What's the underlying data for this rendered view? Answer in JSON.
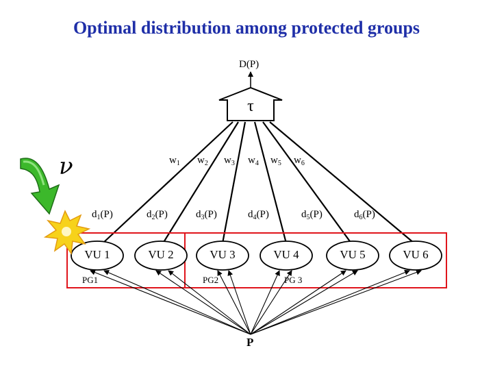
{
  "title": "Optimal distribution among protected groups",
  "output_label": "D(P)",
  "aggregator_symbol": "τ",
  "attacker_symbol": "ν",
  "weights": [
    {
      "base": "w",
      "sub": "1"
    },
    {
      "base": "w",
      "sub": "2"
    },
    {
      "base": "w",
      "sub": "3"
    },
    {
      "base": "w",
      "sub": "4"
    },
    {
      "base": "w",
      "sub": "5"
    },
    {
      "base": "w",
      "sub": "6"
    }
  ],
  "d_labels": [
    {
      "base": "d",
      "sub": "1",
      "suffix": "(P)"
    },
    {
      "base": "d",
      "sub": "2",
      "suffix": "(P)"
    },
    {
      "base": "d",
      "sub": "3",
      "suffix": "(P)"
    },
    {
      "base": "d",
      "sub": "4",
      "suffix": "(P)"
    },
    {
      "base": "d",
      "sub": "5",
      "suffix": "(P)"
    },
    {
      "base": "d",
      "sub": "6",
      "suffix": "(P)"
    }
  ],
  "units": [
    "VU 1",
    "VU 2",
    "VU 3",
    "VU 4",
    "VU 5",
    "VU 6"
  ],
  "groups": [
    "PG1",
    "PG2",
    "PG 3"
  ],
  "source_label": "P",
  "colors": {
    "title": "#1f2fa8",
    "group_box": "#e0141b",
    "arrow_green": "#3cb82b",
    "burst": "#f7d21b"
  }
}
